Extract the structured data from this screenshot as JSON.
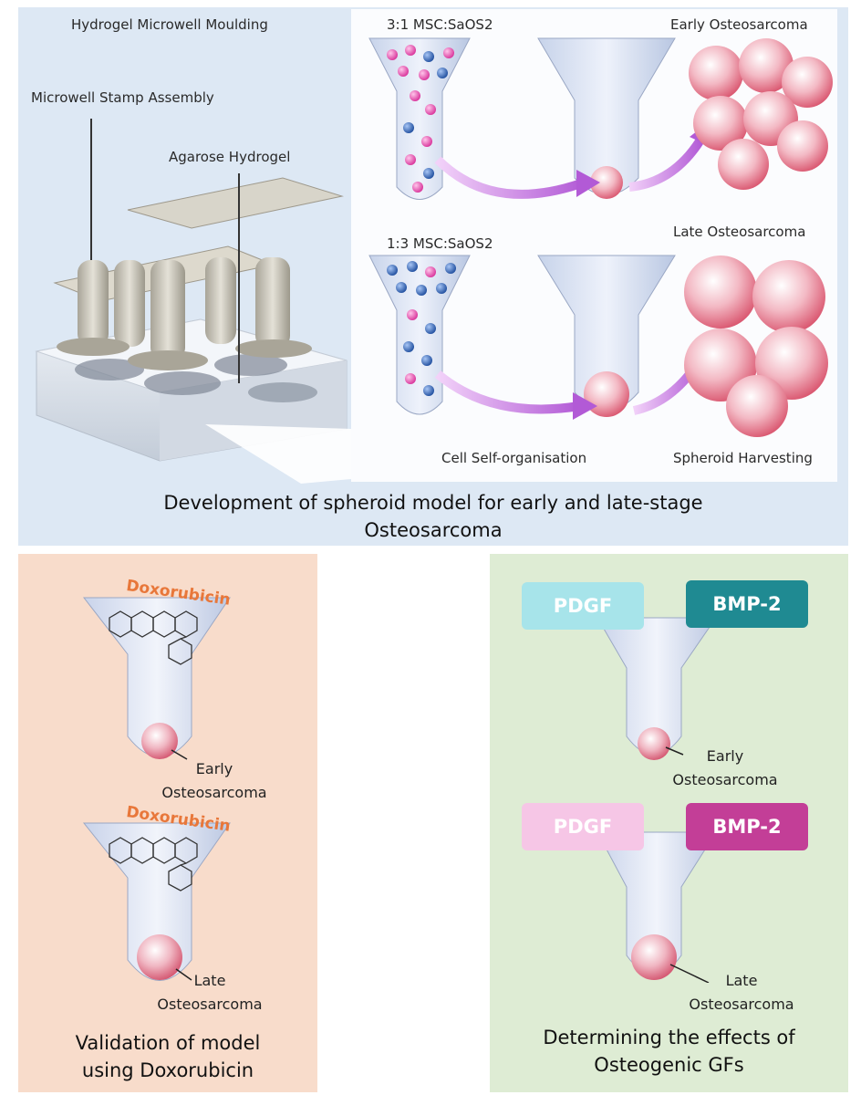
{
  "top_panel": {
    "hydrogel_title": "Hydrogel Microwell Moulding",
    "stamp_label": "Microwell Stamp Assembly",
    "agarose_label": "Agarose Hydrogel",
    "ratio_early": "3:1 MSC:SaOS2",
    "ratio_late": "1:3 MSC:SaOS2",
    "early_label": "Early Osteosarcoma",
    "late_label": "Late Osteosarcoma",
    "self_org_label": "Cell Self-organisation",
    "harvest_label": "Spheroid Harvesting",
    "caption_line1": "Development of spheroid model for early and late-stage",
    "caption_line2": "Osteosarcoma"
  },
  "left_panel": {
    "drug_label_1": "Doxorubicin",
    "drug_label_2": "Doxorubicin",
    "early_line1": "Early",
    "early_line2": "Osteosarcoma",
    "late_line1": "Late",
    "late_line2": "Osteosarcoma",
    "caption_line1": "Validation of model",
    "caption_line2": "using Doxorubicin"
  },
  "right_panel": {
    "gf_a_1": "PDGF",
    "gf_b_1": "BMP-2",
    "gf_a_2": "PDGF",
    "gf_b_2": "BMP-2",
    "early_line1": "Early",
    "early_line2": "Osteosarcoma",
    "late_line1": "Late",
    "late_line2": "Osteosarcoma",
    "caption_line1": "Determining the effects of",
    "caption_line2": "Osteogenic GFs"
  },
  "colors": {
    "top_bg": "#dde8f4",
    "left_bg": "#f8dccb",
    "right_bg": "#deecd4",
    "pdgf_light_blue": "#a7e4ea",
    "bmp_teal": "#1f8a92",
    "pdgf_light_pink": "#f6c6e6",
    "bmp_magenta": "#c33e97",
    "doxorubicin_orange": "#e8773a",
    "arrow_violet": "#c87ae6",
    "cell_pink": "#e04aa8",
    "cell_blue": "#2c5fb0"
  }
}
